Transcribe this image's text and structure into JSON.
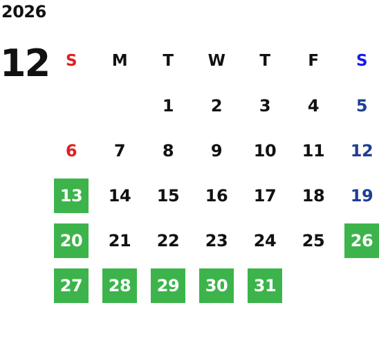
{
  "calendar": {
    "year": "2026",
    "month": "12",
    "weekdays": [
      "S",
      "M",
      "T",
      "W",
      "T",
      "F",
      "S"
    ],
    "first_weekday_index": 2,
    "days": [
      "1",
      "2",
      "3",
      "4",
      "5",
      "6",
      "7",
      "8",
      "9",
      "10",
      "11",
      "12",
      "13",
      "14",
      "15",
      "16",
      "17",
      "18",
      "19",
      "20",
      "21",
      "22",
      "23",
      "24",
      "25",
      "26",
      "27",
      "28",
      "29",
      "30",
      "31"
    ],
    "highlighted_days": [
      "13",
      "20",
      "26",
      "27",
      "28",
      "29",
      "30",
      "31"
    ],
    "colors": {
      "highlight_bg": "#3cb44b",
      "highlight_text": "#ffffff",
      "sunday": "#e02020",
      "saturday_header": "#1a1ae6",
      "saturday": "#1e3f96",
      "default": "#111111"
    }
  }
}
